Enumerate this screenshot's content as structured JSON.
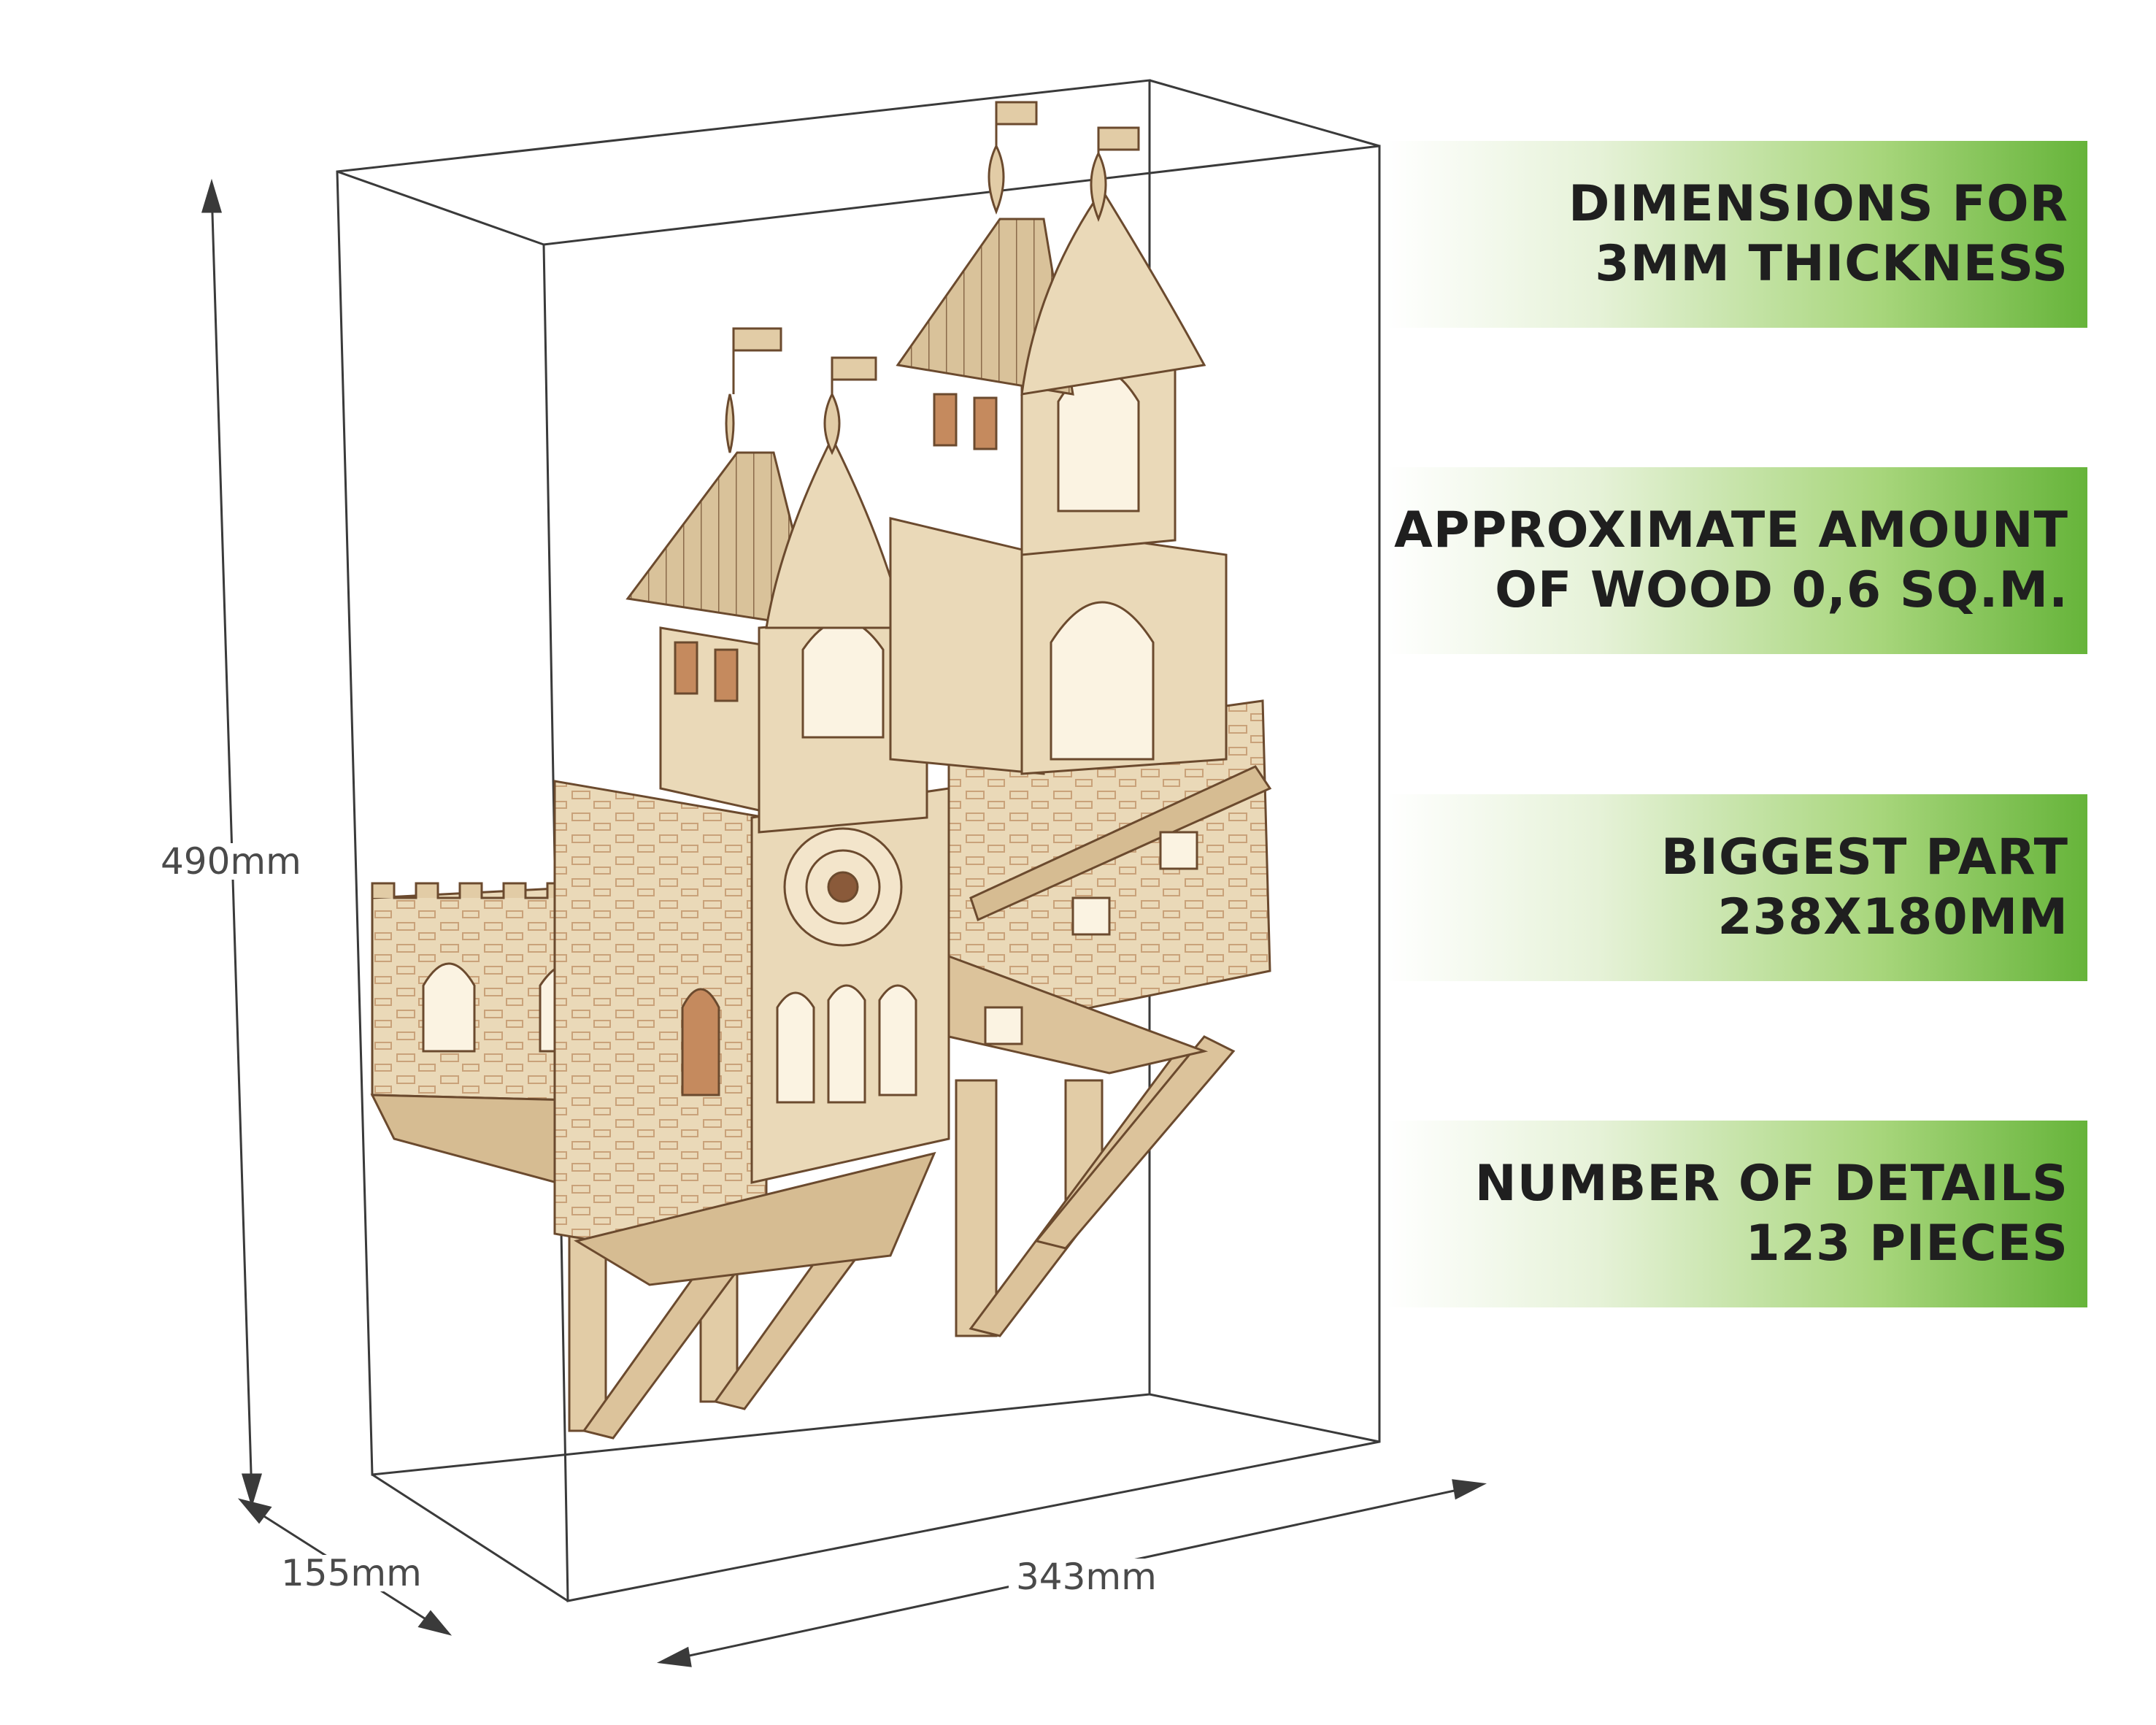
{
  "dimensions": {
    "height_label": "490mm",
    "depth_label": "155mm",
    "width_label": "343mm"
  },
  "specs": [
    {
      "line1": "DIMENSIONS FOR",
      "line2": "3MM THICKNESS"
    },
    {
      "line1": "APPROXIMATE AMOUNT",
      "line2": "OF WOOD 0,6 SQ.M."
    },
    {
      "line1": "BIGGEST PART",
      "line2": "238X180MM"
    },
    {
      "line1": "NUMBER OF DETAILS",
      "line2": "123 PIECES"
    }
  ],
  "colors": {
    "banner_green": "#66b43a",
    "wood_light": "#ead9b8",
    "wood_mid": "#d9c29a",
    "wood_dark": "#8a5a3a",
    "box_line": "#3a3a3a"
  }
}
